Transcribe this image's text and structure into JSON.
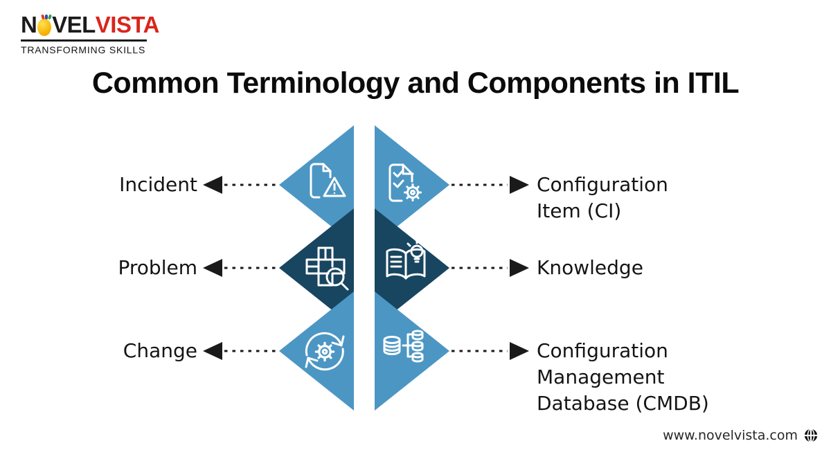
{
  "brand": {
    "name_part1": "N",
    "name_part2": "VEL",
    "name_part3": "VISTA",
    "tagline": "TRANSFORMING SKILLS",
    "colors": {
      "dark_text": "#1b1b1b",
      "vista_red": "#d9261d",
      "bulb_yellow": "#f7b50c"
    }
  },
  "title": "Common Terminology and Components in ITIL",
  "diagram": {
    "colors": {
      "light_blue": "#4c96c4",
      "dark_blue": "#18455f",
      "arrow_black": "#1a1a1a"
    },
    "left_items": [
      {
        "label": "Incident",
        "icon": "document-warning-icon",
        "shade": "light"
      },
      {
        "label": "Problem",
        "icon": "grid-magnifier-icon",
        "shade": "dark"
      },
      {
        "label": "Change",
        "icon": "cycle-gear-icon",
        "shade": "light"
      }
    ],
    "right_items": [
      {
        "label_lines": [
          "Configuration",
          "Item (CI)"
        ],
        "icon": "checklist-gear-icon",
        "shade": "light"
      },
      {
        "label_lines": [
          "Knowledge"
        ],
        "icon": "book-lightbulb-icon",
        "shade": "dark"
      },
      {
        "label_lines": [
          "Configuration",
          "Management",
          "Database (CMDB)"
        ],
        "icon": "database-tree-icon",
        "shade": "light"
      }
    ]
  },
  "footer": {
    "website": "www.novelvista.com",
    "icon": "globe-icon"
  }
}
